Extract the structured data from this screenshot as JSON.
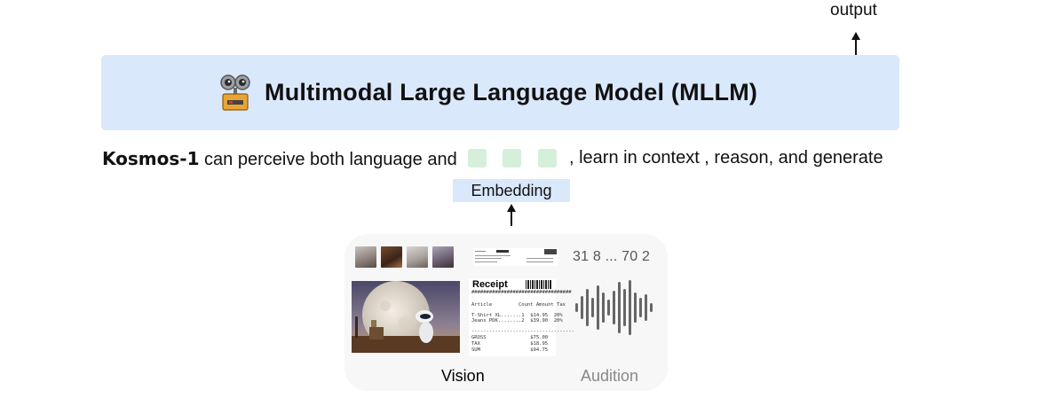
{
  "output": {
    "label": "output"
  },
  "mllm": {
    "title": "Multimodal Large Language Model (MLLM)",
    "box_color": "#dae8fc"
  },
  "robot_icon": {
    "icon": "robot-icon"
  },
  "sentence": {
    "model_name": "Kosmos-1",
    "prefix": " can perceive both language and",
    "suffix": ", learn in context , reason, and generate",
    "token_color": "#d5efdb",
    "token_count": 3
  },
  "embedding": {
    "label": "Embedding",
    "color": "#dae8fc"
  },
  "inputs": {
    "audio_numbers": "31 8 ... 70 2",
    "receipt": {
      "title": "Receipt",
      "lines": [
        "##################################",
        "Article         Count Amount Tax",
        "T-Shirt XL.......1  $14.95  20%",
        "Jeans PDK........2  $39.90  20%",
        "-----------------------------------",
        "GROSS               $75.00",
        "TAX                 $18.95",
        "SUM                 $94.75"
      ]
    },
    "vision_label": "Vision",
    "audition_label": "Audition"
  }
}
